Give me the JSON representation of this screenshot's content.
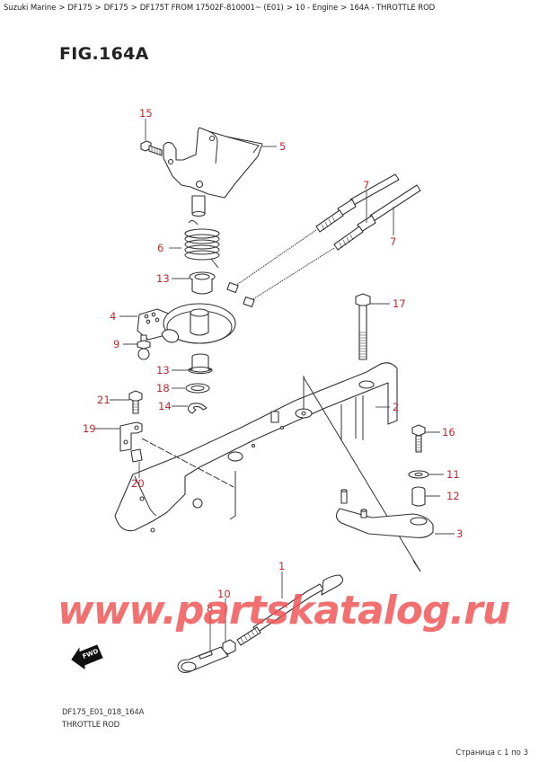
{
  "breadcrumb": [
    {
      "label": "Suzuki Marine"
    },
    {
      "label": "DF175"
    },
    {
      "label": "DF175"
    },
    {
      "label": "DF175T FROM 17502F-810001~ (E01)"
    },
    {
      "label": "10 - Engine"
    },
    {
      "label": "164A - THROTTLE ROD"
    }
  ],
  "breadcrumb_separator": ">",
  "figure": {
    "title": "FIG.164A",
    "code": "DF175_E01_018_164A",
    "name": "THROTTLE ROD"
  },
  "callouts": [
    {
      "number": "15",
      "part": "bolt"
    },
    {
      "number": "5",
      "part": "bracket"
    },
    {
      "number": "7",
      "part": "throttle cable (upper)"
    },
    {
      "number": "7",
      "part": "throttle cable (lower)"
    },
    {
      "number": "6",
      "part": "spring"
    },
    {
      "number": "13",
      "part": "bushing (upper)"
    },
    {
      "number": "17",
      "part": "long bolt"
    },
    {
      "number": "4",
      "part": "throttle cam"
    },
    {
      "number": "9",
      "part": "ball joint stud"
    },
    {
      "number": "13",
      "part": "bushing (lower)"
    },
    {
      "number": "18",
      "part": "washer"
    },
    {
      "number": "14",
      "part": "e-ring"
    },
    {
      "number": "2",
      "part": "throttle lever arm"
    },
    {
      "number": "21",
      "part": "bolt"
    },
    {
      "number": "19",
      "part": "plate"
    },
    {
      "number": "16",
      "part": "bolt"
    },
    {
      "number": "11",
      "part": "washer"
    },
    {
      "number": "20",
      "part": "clip"
    },
    {
      "number": "12",
      "part": "collar"
    },
    {
      "number": "3",
      "part": "lever"
    },
    {
      "number": "1",
      "part": "throttle rod"
    },
    {
      "number": "10",
      "part": "nut"
    },
    {
      "number": "8",
      "part": "rod end"
    }
  ],
  "direction_badge": "FWD",
  "watermark": "www.partskatalog.ru",
  "pagination": "Страница с 1 по 3",
  "colors": {
    "callout": "#c0282d",
    "watermark": "#f05050",
    "line": "#333333"
  }
}
